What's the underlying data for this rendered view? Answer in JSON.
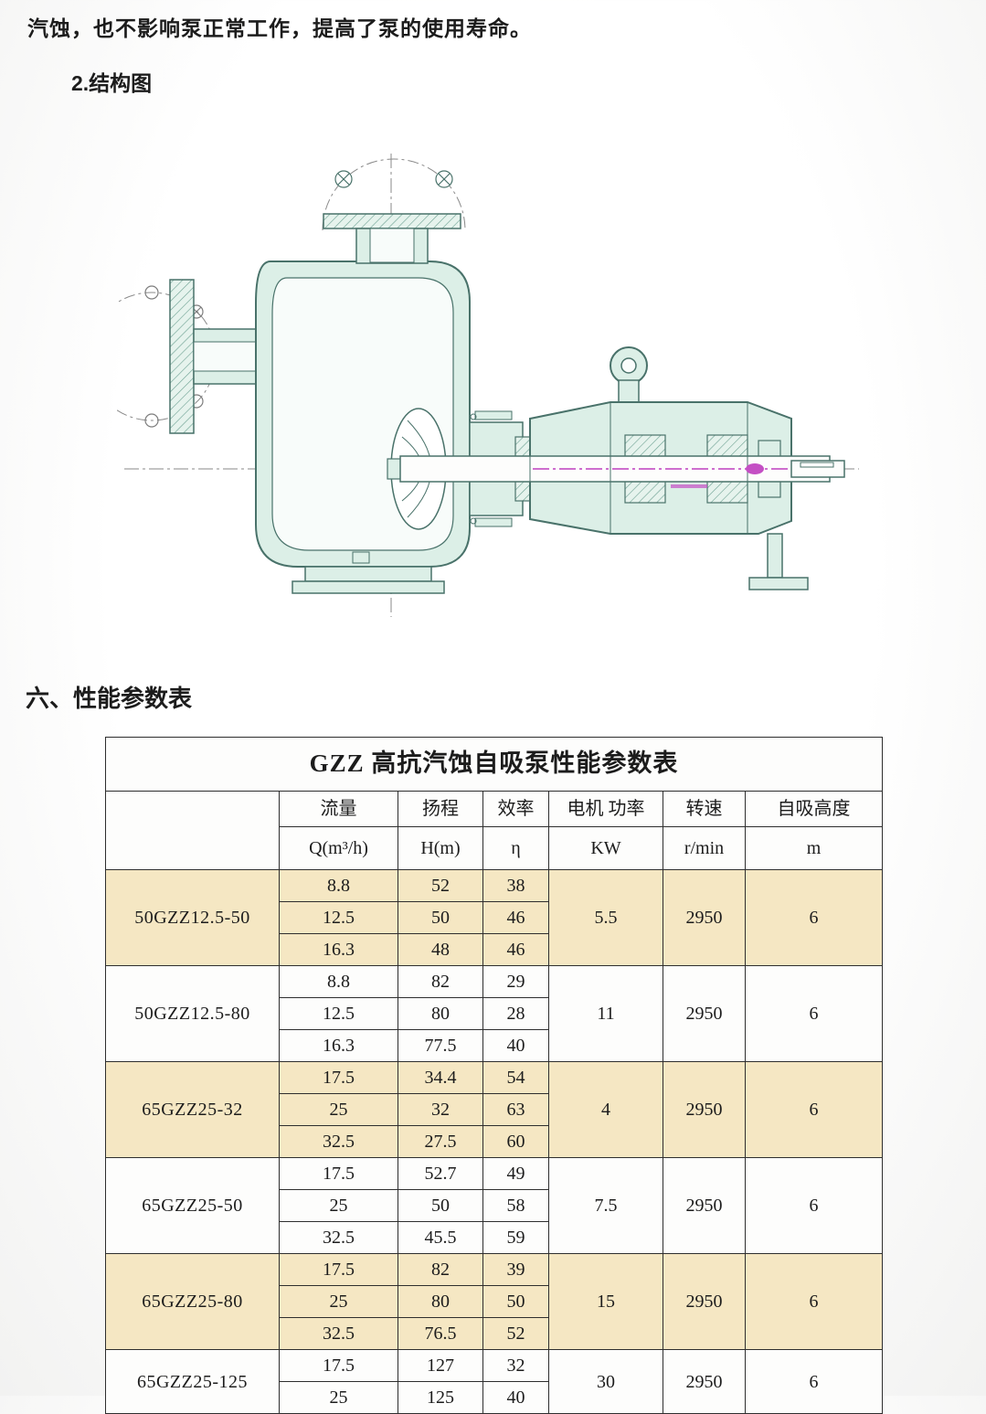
{
  "page": {
    "intro_text": "汽蚀，也不影响泵正常工作，提高了泵的使用寿命。",
    "structure_heading": "2.结构图",
    "params_heading": "六、性能参数表"
  },
  "diagram": {
    "name": "pump-cross-section-drawing",
    "line_color": "#49726a",
    "fill_color": "#dcefe7",
    "accent_color": "#bf3fbf"
  },
  "table": {
    "title": "GZZ 高抗汽蚀自吸泵性能参数表",
    "highlight_color": "#f5e7c3",
    "columns": [
      {
        "label": "流量",
        "unit": "Q(m³/h)"
      },
      {
        "label": "扬程",
        "unit": "H(m)"
      },
      {
        "label": "效率",
        "unit": "η"
      },
      {
        "label": "电机 功率",
        "unit": "KW"
      },
      {
        "label": "转速",
        "unit": "r/min"
      },
      {
        "label": "自吸高度",
        "unit": "m"
      }
    ],
    "groups": [
      {
        "model": "50GZZ12.5-50",
        "highlighted": true,
        "rows": [
          {
            "flow": "8.8",
            "head": "52",
            "eff": "38"
          },
          {
            "flow": "12.5",
            "head": "50",
            "eff": "46"
          },
          {
            "flow": "16.3",
            "head": "48",
            "eff": "46"
          }
        ],
        "power": "5.5",
        "speed": "2950",
        "suction": "6"
      },
      {
        "model": "50GZZ12.5-80",
        "highlighted": false,
        "rows": [
          {
            "flow": "8.8",
            "head": "82",
            "eff": "29"
          },
          {
            "flow": "12.5",
            "head": "80",
            "eff": "28"
          },
          {
            "flow": "16.3",
            "head": "77.5",
            "eff": "40"
          }
        ],
        "power": "11",
        "speed": "2950",
        "suction": "6"
      },
      {
        "model": "65GZZ25-32",
        "highlighted": true,
        "rows": [
          {
            "flow": "17.5",
            "head": "34.4",
            "eff": "54"
          },
          {
            "flow": "25",
            "head": "32",
            "eff": "63"
          },
          {
            "flow": "32.5",
            "head": "27.5",
            "eff": "60"
          }
        ],
        "power": "4",
        "speed": "2950",
        "suction": "6"
      },
      {
        "model": "65GZZ25-50",
        "highlighted": false,
        "rows": [
          {
            "flow": "17.5",
            "head": "52.7",
            "eff": "49"
          },
          {
            "flow": "25",
            "head": "50",
            "eff": "58"
          },
          {
            "flow": "32.5",
            "head": "45.5",
            "eff": "59"
          }
        ],
        "power": "7.5",
        "speed": "2950",
        "suction": "6"
      },
      {
        "model": "65GZZ25-80",
        "highlighted": true,
        "rows": [
          {
            "flow": "17.5",
            "head": "82",
            "eff": "39"
          },
          {
            "flow": "25",
            "head": "80",
            "eff": "50"
          },
          {
            "flow": "32.5",
            "head": "76.5",
            "eff": "52"
          }
        ],
        "power": "15",
        "speed": "2950",
        "suction": "6"
      },
      {
        "model": "65GZZ25-125",
        "highlighted": false,
        "rows": [
          {
            "flow": "17.5",
            "head": "127",
            "eff": "32"
          },
          {
            "flow": "25",
            "head": "125",
            "eff": "40"
          }
        ],
        "power": "30",
        "speed": "2950",
        "suction": "6"
      }
    ]
  }
}
